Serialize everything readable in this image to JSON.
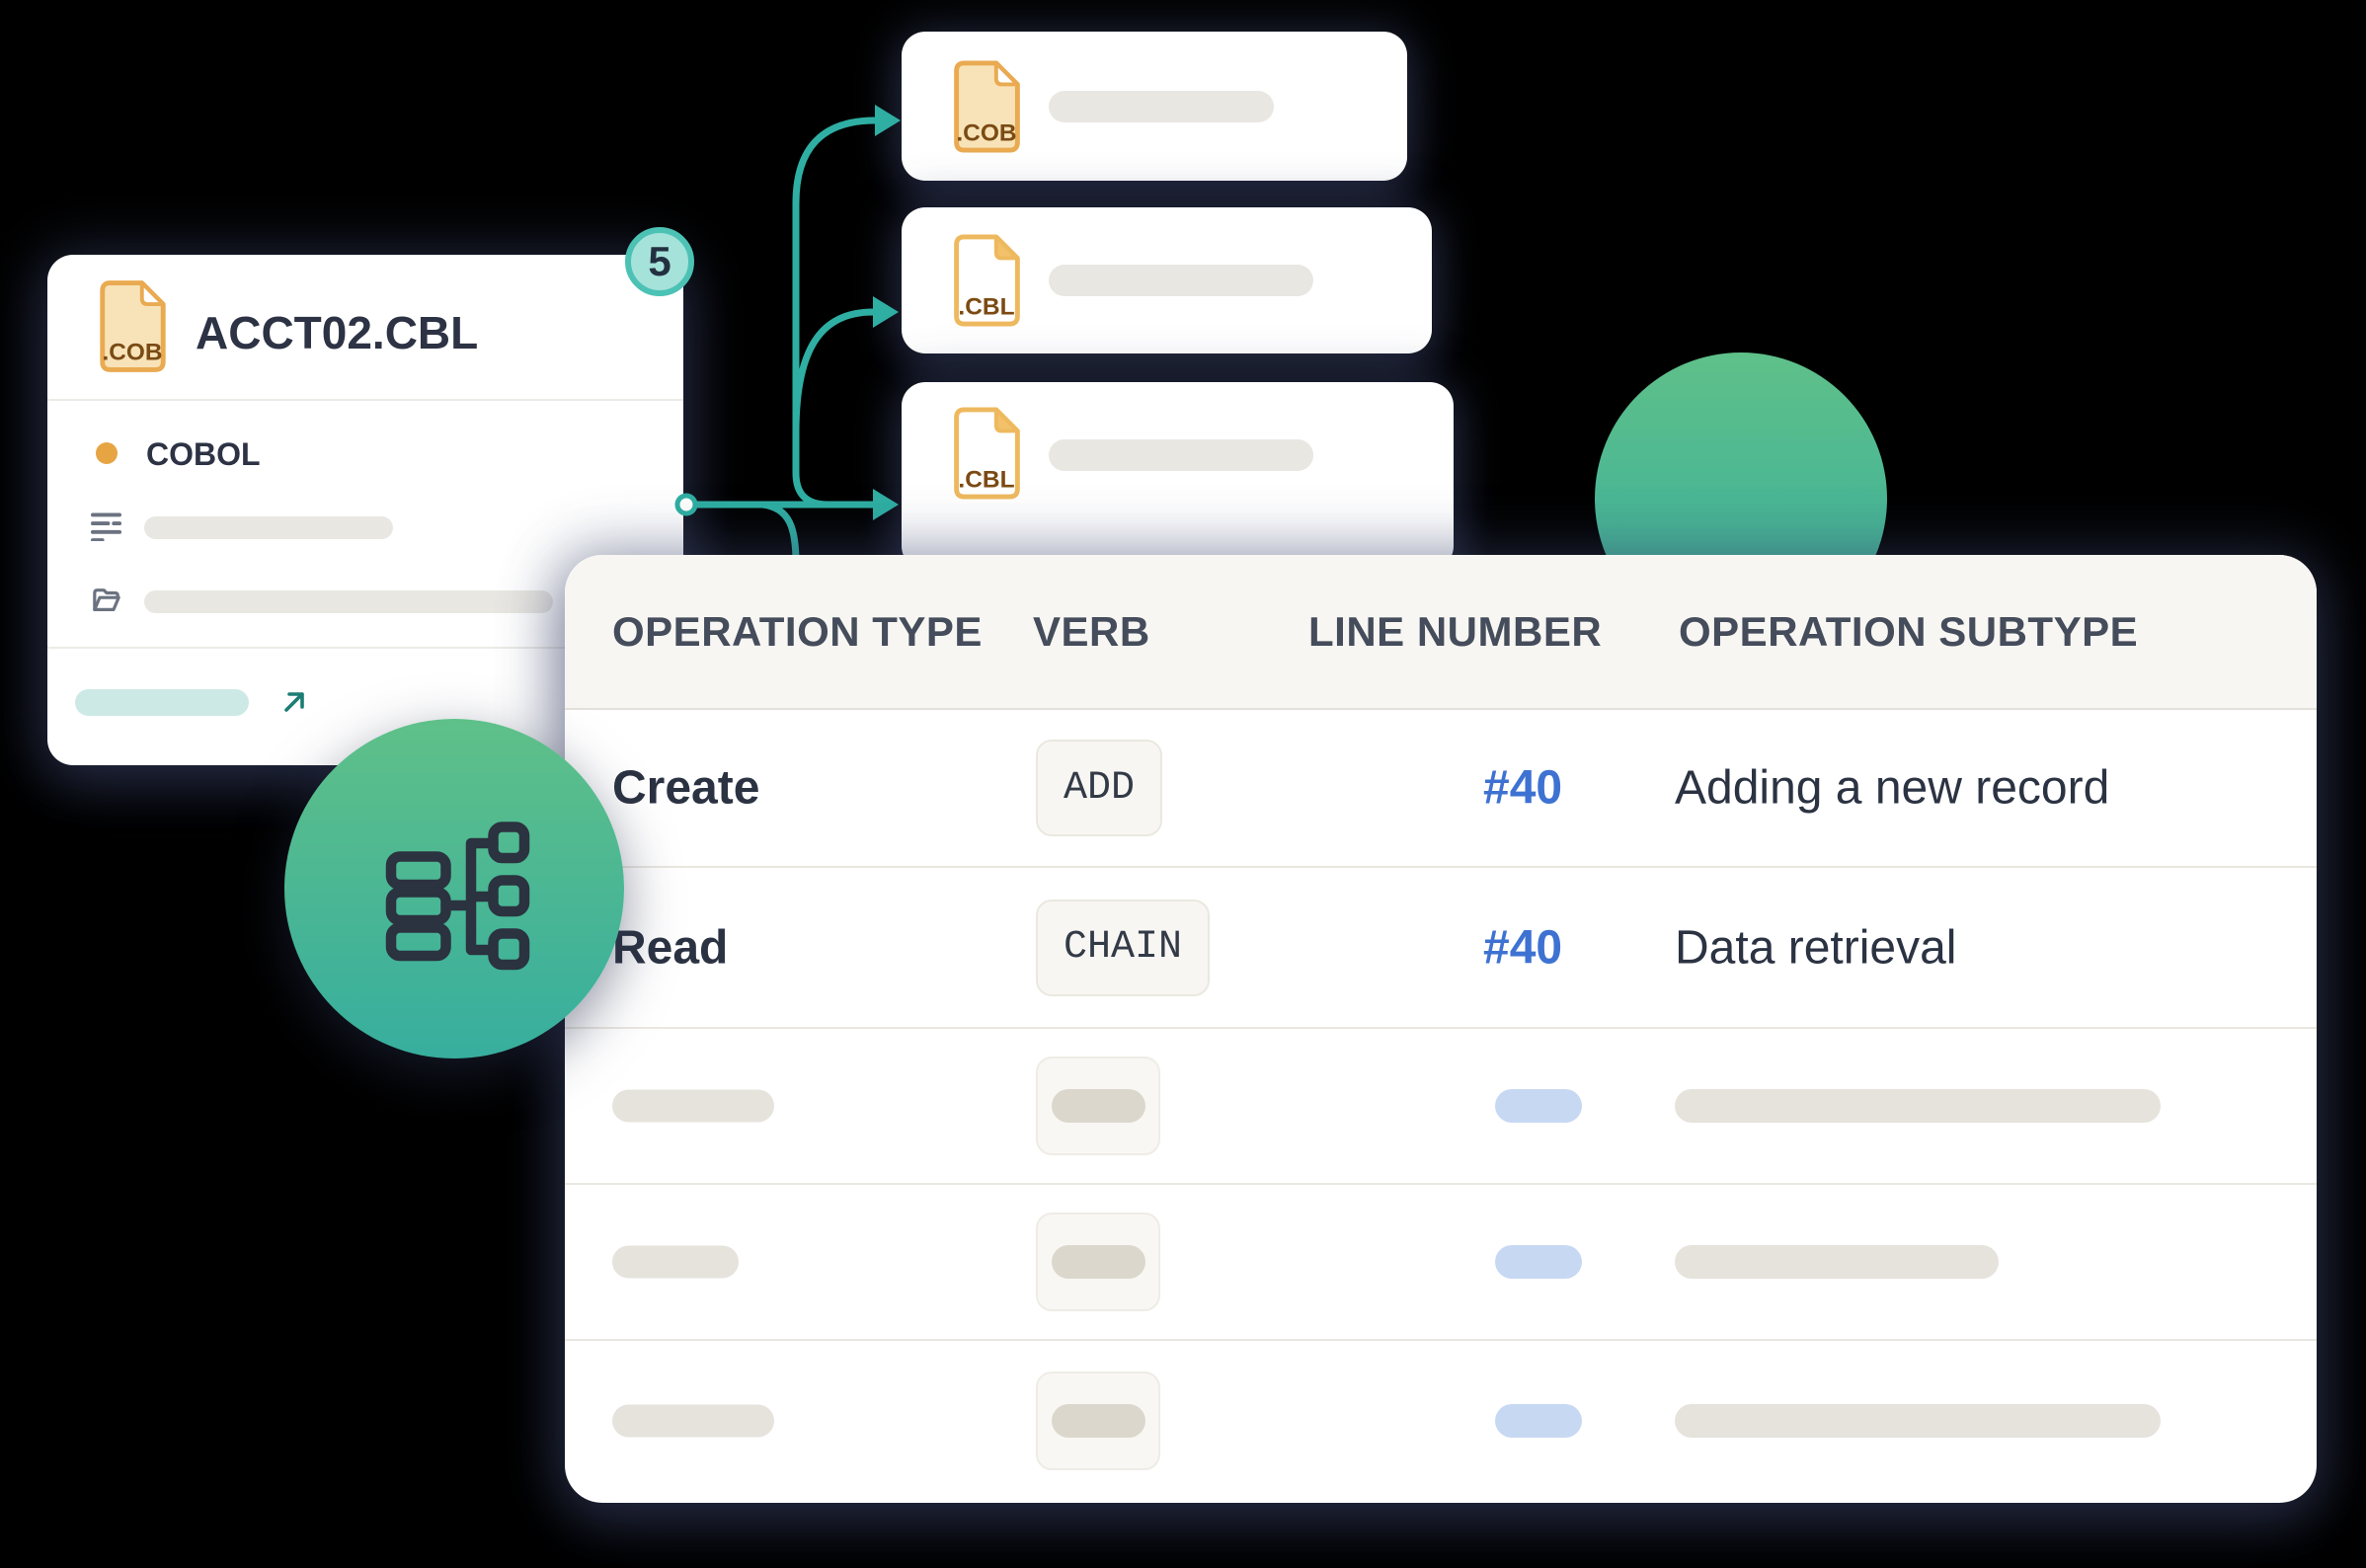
{
  "source_card": {
    "title": "ACCT02.CBL",
    "badge_count": "5",
    "file_ext": ".COB",
    "language": "COBOL"
  },
  "linked_cards": [
    {
      "ext": ".COB"
    },
    {
      "ext": ".CBL"
    },
    {
      "ext": ".CBL"
    }
  ],
  "operations_table": {
    "columns": [
      "OPERATION TYPE",
      "VERB",
      "LINE NUMBER",
      "OPERATION SUBTYPE"
    ],
    "rows": [
      {
        "type": "Create",
        "verb": "ADD",
        "line": "#40",
        "subtype": "Adding a new record"
      },
      {
        "type": "Read",
        "verb": "CHAIN",
        "line": "#40",
        "subtype": "Data retrieval"
      }
    ],
    "placeholder_rows": 3
  },
  "icons": {
    "file_filled": "file-cob-icon",
    "file_outline": "file-cbl-icon",
    "list": "list-lines-icon",
    "folder": "open-folder-icon",
    "external_link": "arrow-up-right-icon",
    "flowchart": "flowchart-icon"
  },
  "colors": {
    "accent_teal": "#2fafa3",
    "teal_pill": "#cde9e5",
    "line_number_blue": "#3e72d2",
    "file_icon_orange": "#e9aa51",
    "language_dot_orange": "#e6a443",
    "badge_fill": "#a5e2da",
    "badge_ring": "#4cc2b5",
    "circle_gradient_top": "#5fc089",
    "circle_gradient_bottom": "#37ae9e",
    "header_bg": "#f7f6f2",
    "placeholder_gray": "#e6e3dd",
    "placeholder_blue": "#c7d8f2"
  }
}
